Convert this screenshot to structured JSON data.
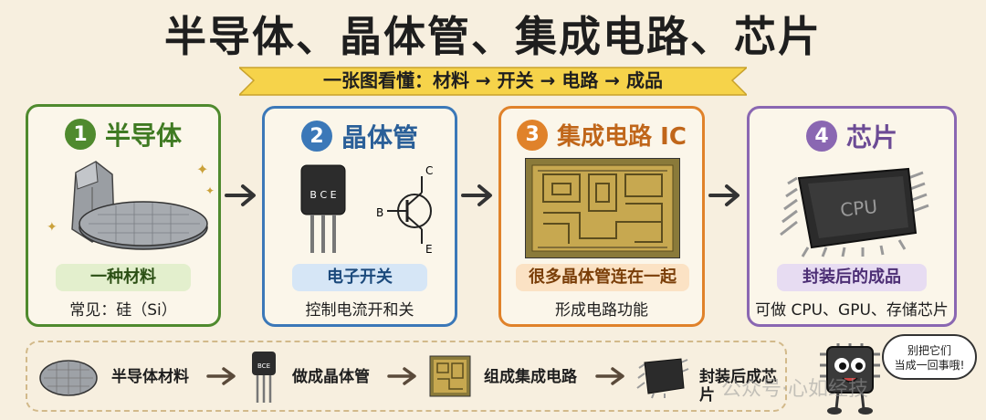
{
  "title": "半导体、晶体管、集成电路、芯片",
  "subtitle": "一张图看懂：材料 → 开关 → 电路 → 成品",
  "cards": [
    {
      "num": "1",
      "name": "半导体",
      "pill": "一种材料",
      "desc": "常见：硅（Si）",
      "color": "#4f8a2e",
      "pill_bg": "#e3efcd"
    },
    {
      "num": "2",
      "name": "晶体管",
      "pill": "电子开关",
      "desc": "控制电流开和关",
      "color": "#3b78b8",
      "pill_bg": "#d6e6f6",
      "pin_label": "B C E",
      "symbol_b": "B",
      "symbol_c": "C",
      "symbol_e": "E"
    },
    {
      "num": "3",
      "name": "集成电路 IC",
      "pill": "很多晶体管连在一起",
      "desc": "形成电路功能",
      "color": "#e0822a",
      "pill_bg": "#fbe2c4"
    },
    {
      "num": "4",
      "name": "芯片",
      "pill": "封装后的成品",
      "desc": "可做 CPU、GPU、存储芯片",
      "color": "#8a67b2",
      "pill_bg": "#e7dcf2",
      "chip_text": "CPU"
    }
  ],
  "bottom_flow": {
    "steps": [
      "半导体材料",
      "做成晶体管",
      "组成集成电路",
      "封装后成芯片"
    ],
    "mini_transistor_label": "BCE"
  },
  "speech_bubble": [
    "别把它们",
    "当成一回事哦!"
  ],
  "watermark": "公众号·心如经技"
}
